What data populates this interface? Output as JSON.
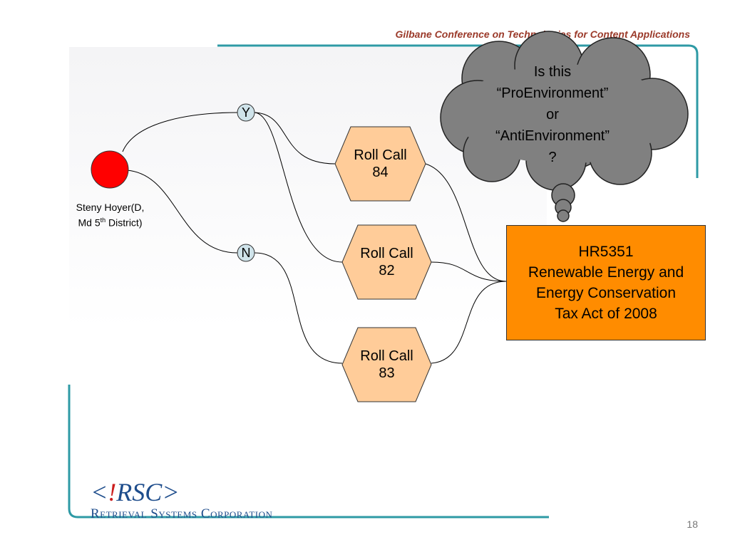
{
  "header": {
    "title": "Gilbane Conference on Technologies for Content Applications"
  },
  "person": {
    "name_line1": "Steny Hoyer(D,",
    "name_line2_pre": "Md 5",
    "name_line2_sup": "th",
    "name_line2_post": " District)"
  },
  "votes": {
    "yes": "Y",
    "no": "N"
  },
  "roll_calls": [
    {
      "line1": "Roll Call",
      "line2": "84"
    },
    {
      "line1": "Roll Call",
      "line2": "82"
    },
    {
      "line1": "Roll Call",
      "line2": "83"
    }
  ],
  "cloud": {
    "lines": [
      "Is this",
      "“ProEnvironment”",
      "or",
      "“AntiEnvironment”",
      "?"
    ]
  },
  "bill": {
    "lines": [
      "HR5351",
      "Renewable Energy and",
      "Energy Conservation",
      "Tax Act of 2008"
    ]
  },
  "logo": {
    "mark_lt": "<",
    "mark_bang": "!",
    "mark_rsc": "RSC",
    "mark_gt": ">",
    "company": "Retrieval Systems Corporation"
  },
  "page": {
    "number": "18"
  },
  "colors": {
    "person_node": "#ff0000",
    "vote_node": "#cfe3ea",
    "hexagon": "#ffcc99",
    "bill_box": "#ff8c00",
    "cloud": "#808080",
    "frame": "#2e9aa5",
    "header_text": "#9b3a2a"
  }
}
